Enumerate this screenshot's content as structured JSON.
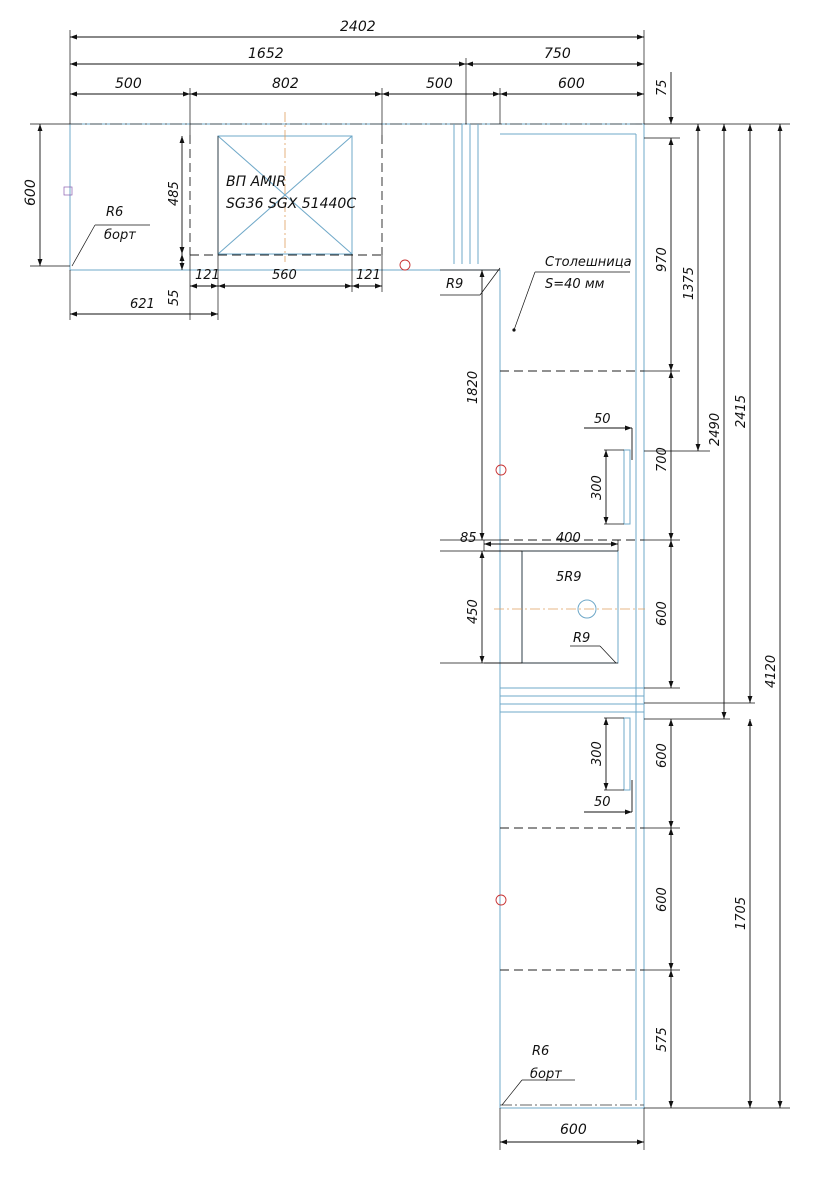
{
  "drawing": {
    "dims": {
      "total_width": "2402",
      "width_1652": "1652",
      "width_750": "750",
      "seg_500_a": "500",
      "seg_802": "802",
      "seg_500_b": "500",
      "seg_600_top": "600",
      "dim_75": "75",
      "depth_600": "600",
      "sink_485": "485",
      "sink_121_a": "121",
      "sink_560": "560",
      "sink_121_b": "121",
      "dim_621": "621",
      "dim_55": "55",
      "dim_970": "970",
      "dim_1375": "1375",
      "dim_2490": "2490",
      "dim_2415": "2415",
      "dim_4120": "4120",
      "dim_1820": "1820",
      "dim_50_a": "50",
      "dim_700": "700",
      "dim_300_a": "300",
      "dim_85": "85",
      "dim_400": "400",
      "dim_450": "450",
      "dim_600_mid": "600",
      "dim_300_b": "300",
      "dim_600_low": "600",
      "dim_50_b": "50",
      "dim_600_lower": "600",
      "dim_1705": "1705",
      "dim_575": "575",
      "bottom_600": "600"
    },
    "labels": {
      "sink_model_line1": "ВП AMIR",
      "sink_model_line2": "SG36 SGX 51440C",
      "r6_a": "R6",
      "bort_a": "борт",
      "r9_corner": "R9",
      "countertop_line1": "Столешница",
      "countertop_line2": "S=40 мм",
      "cutout_5r9": "5R9",
      "cutout_r9": "R9",
      "r6_b": "R6",
      "bort_b": "борт"
    },
    "colors": {
      "outline": "#6fa8c8",
      "line": "#111111",
      "axis": "#e0a060",
      "marker": "#c83030"
    }
  }
}
